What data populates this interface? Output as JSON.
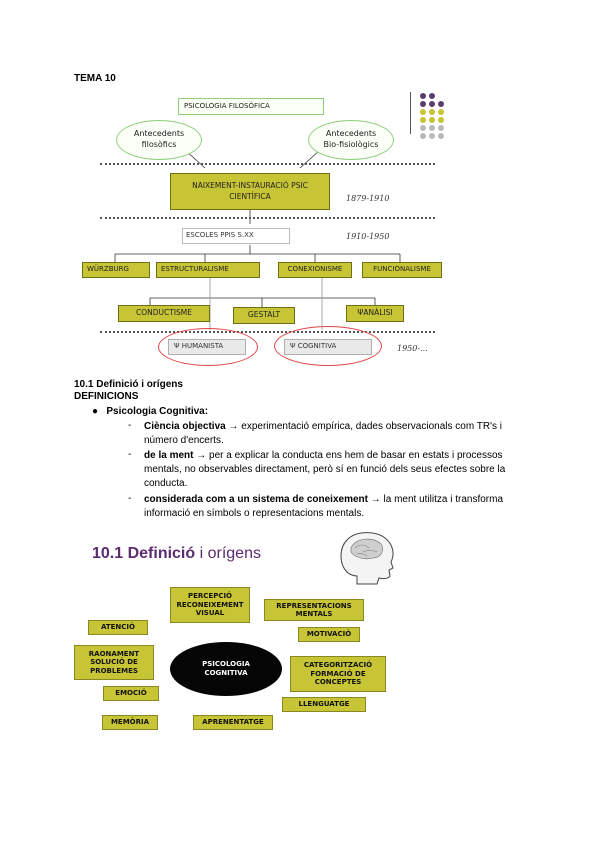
{
  "heading": {
    "tema": "TEMA 10"
  },
  "diagram": {
    "psicologia_filosofica": "PSICOLOGIA FILOSÒFICA",
    "antecedents_filosofics": "Antecedents filosòfics",
    "antecedents_bio": "Antecedents Bio-fisiològics",
    "naixement": "NAIXEMENT-INSTAURACIÓ PSIC CIENTÍFICA",
    "era1": "1879-1910",
    "escoles": "ESCOLES PPIS S.XX",
    "era2": "1910-1950",
    "wurzburg": "WÜRZBURG",
    "estructuralisme": "ESTRUCTURALISME",
    "conexionisme": "CONEXIONISME",
    "funcionalisme": "FUNCIONALISME",
    "conductisme": "CONDUCTISME",
    "gestalt": "GESTALT",
    "psianalisi": "ΨANÀLISI",
    "humanista": "Ψ HUMANISTA",
    "cognitiva": "Ψ COGNITIVA",
    "era3": "1950-...",
    "dot_colors": [
      "#5b3c6e",
      "#c7c436",
      "#b9b9b9"
    ]
  },
  "section": {
    "title": "10.1 Definició i orígens",
    "subtitle": "DEFINICIONS",
    "bullet": "Psicologia Cognitiva:",
    "items": [
      {
        "bold": "Ciència objectiva",
        "rest": " → experimentació empírica, dades observacionals com TR's i número d'encerts."
      },
      {
        "bold": "de la ment",
        "rest": " → per a explicar la conducta ens hem de basar en estats i processos mentals, no observables directament, però sí en funció dels seus efectes sobre la conducta."
      },
      {
        "bold": "considerada com a un sistema de coneixement",
        "rest": " → la ment utilitza i transforma informació en símbols o representacions mentals."
      }
    ]
  },
  "slide": {
    "title_bold": "10.1 Definició",
    "title_rest": " i orígens",
    "center": "PSICOLOGIA COGNITIVA",
    "boxes": {
      "percepcio": "PERCEPCIÓ RECONEIXEMENT VISUAL",
      "representacions": "REPRESENTACIONS MENTALS",
      "atencio": "ATENCIÓ",
      "motivacio": "MOTIVACIÓ",
      "raonament": "RAONAMENT SOLUCIÓ DE PROBLEMES",
      "categoritzacio": "CATEGORITZACIÓ FORMACIÓ DE CONCEPTES",
      "emocio": "EMOCIÓ",
      "llenguatge": "LLENGUATGE",
      "memoria": "MEMÒRIA",
      "aprenentatge": "APRENENTATGE"
    }
  }
}
